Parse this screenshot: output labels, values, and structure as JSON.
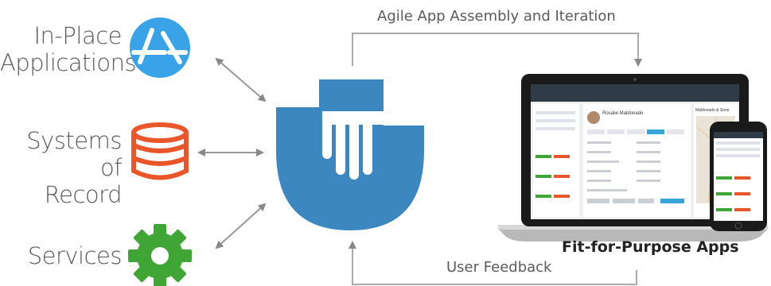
{
  "sources": [
    {
      "label_line1": "In-Place",
      "label_line2": "Applications",
      "icon": "app-store-icon",
      "color": "#3aa3e8"
    },
    {
      "label_line1": "Systems of",
      "label_line2": "Record",
      "icon": "database-icon",
      "color": "#e8562a"
    },
    {
      "label_line1": "Services",
      "label_line2": "",
      "icon": "gear-icon",
      "color": "#3fa535"
    }
  ],
  "hub": {
    "icon": "hand-logo-icon",
    "color": "#3d87c0"
  },
  "top_flow_label": "Agile App Assembly and Iteration",
  "bottom_flow_label": "User Feedback",
  "devices_caption": "Fit-for-Purpose Apps",
  "laptop_screen": {
    "contact_name": "Rosalie Maldonado",
    "side_panel_title": "Maldonado & Sons"
  }
}
